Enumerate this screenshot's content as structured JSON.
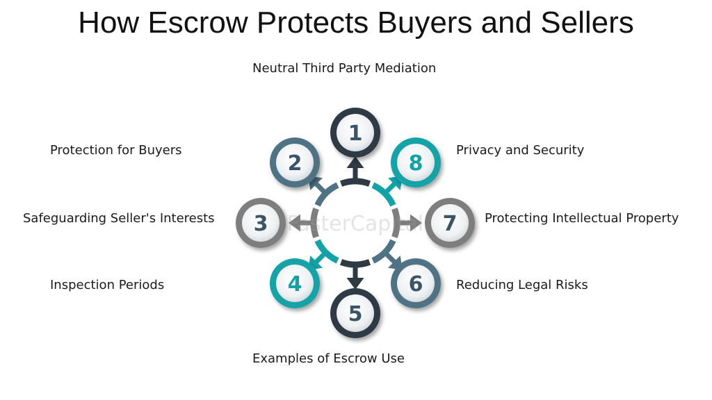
{
  "title": "How Escrow Protects Buyers and Sellers",
  "watermark": "FasterCapital",
  "colors": {
    "dark": "#2f3a45",
    "teal": "#12a3a8",
    "steel": "#4f7385",
    "gray": "#7e7e7e",
    "number_text": "#3b5566"
  },
  "items": [
    {
      "number": "1",
      "label": "Neutral Third Party Mediation",
      "color": "dark"
    },
    {
      "number": "2",
      "label": "Protection for Buyers",
      "color": "steel"
    },
    {
      "number": "3",
      "label": "Safeguarding Seller's Interests",
      "color": "gray"
    },
    {
      "number": "4",
      "label": "Inspection Periods",
      "color": "teal"
    },
    {
      "number": "5",
      "label": "Examples of Escrow Use",
      "color": "dark"
    },
    {
      "number": "6",
      "label": "Reducing Legal Risks",
      "color": "steel"
    },
    {
      "number": "7",
      "label": "Protecting Intellectual Property",
      "color": "gray"
    },
    {
      "number": "8",
      "label": "Privacy and Security",
      "color": "teal"
    }
  ]
}
